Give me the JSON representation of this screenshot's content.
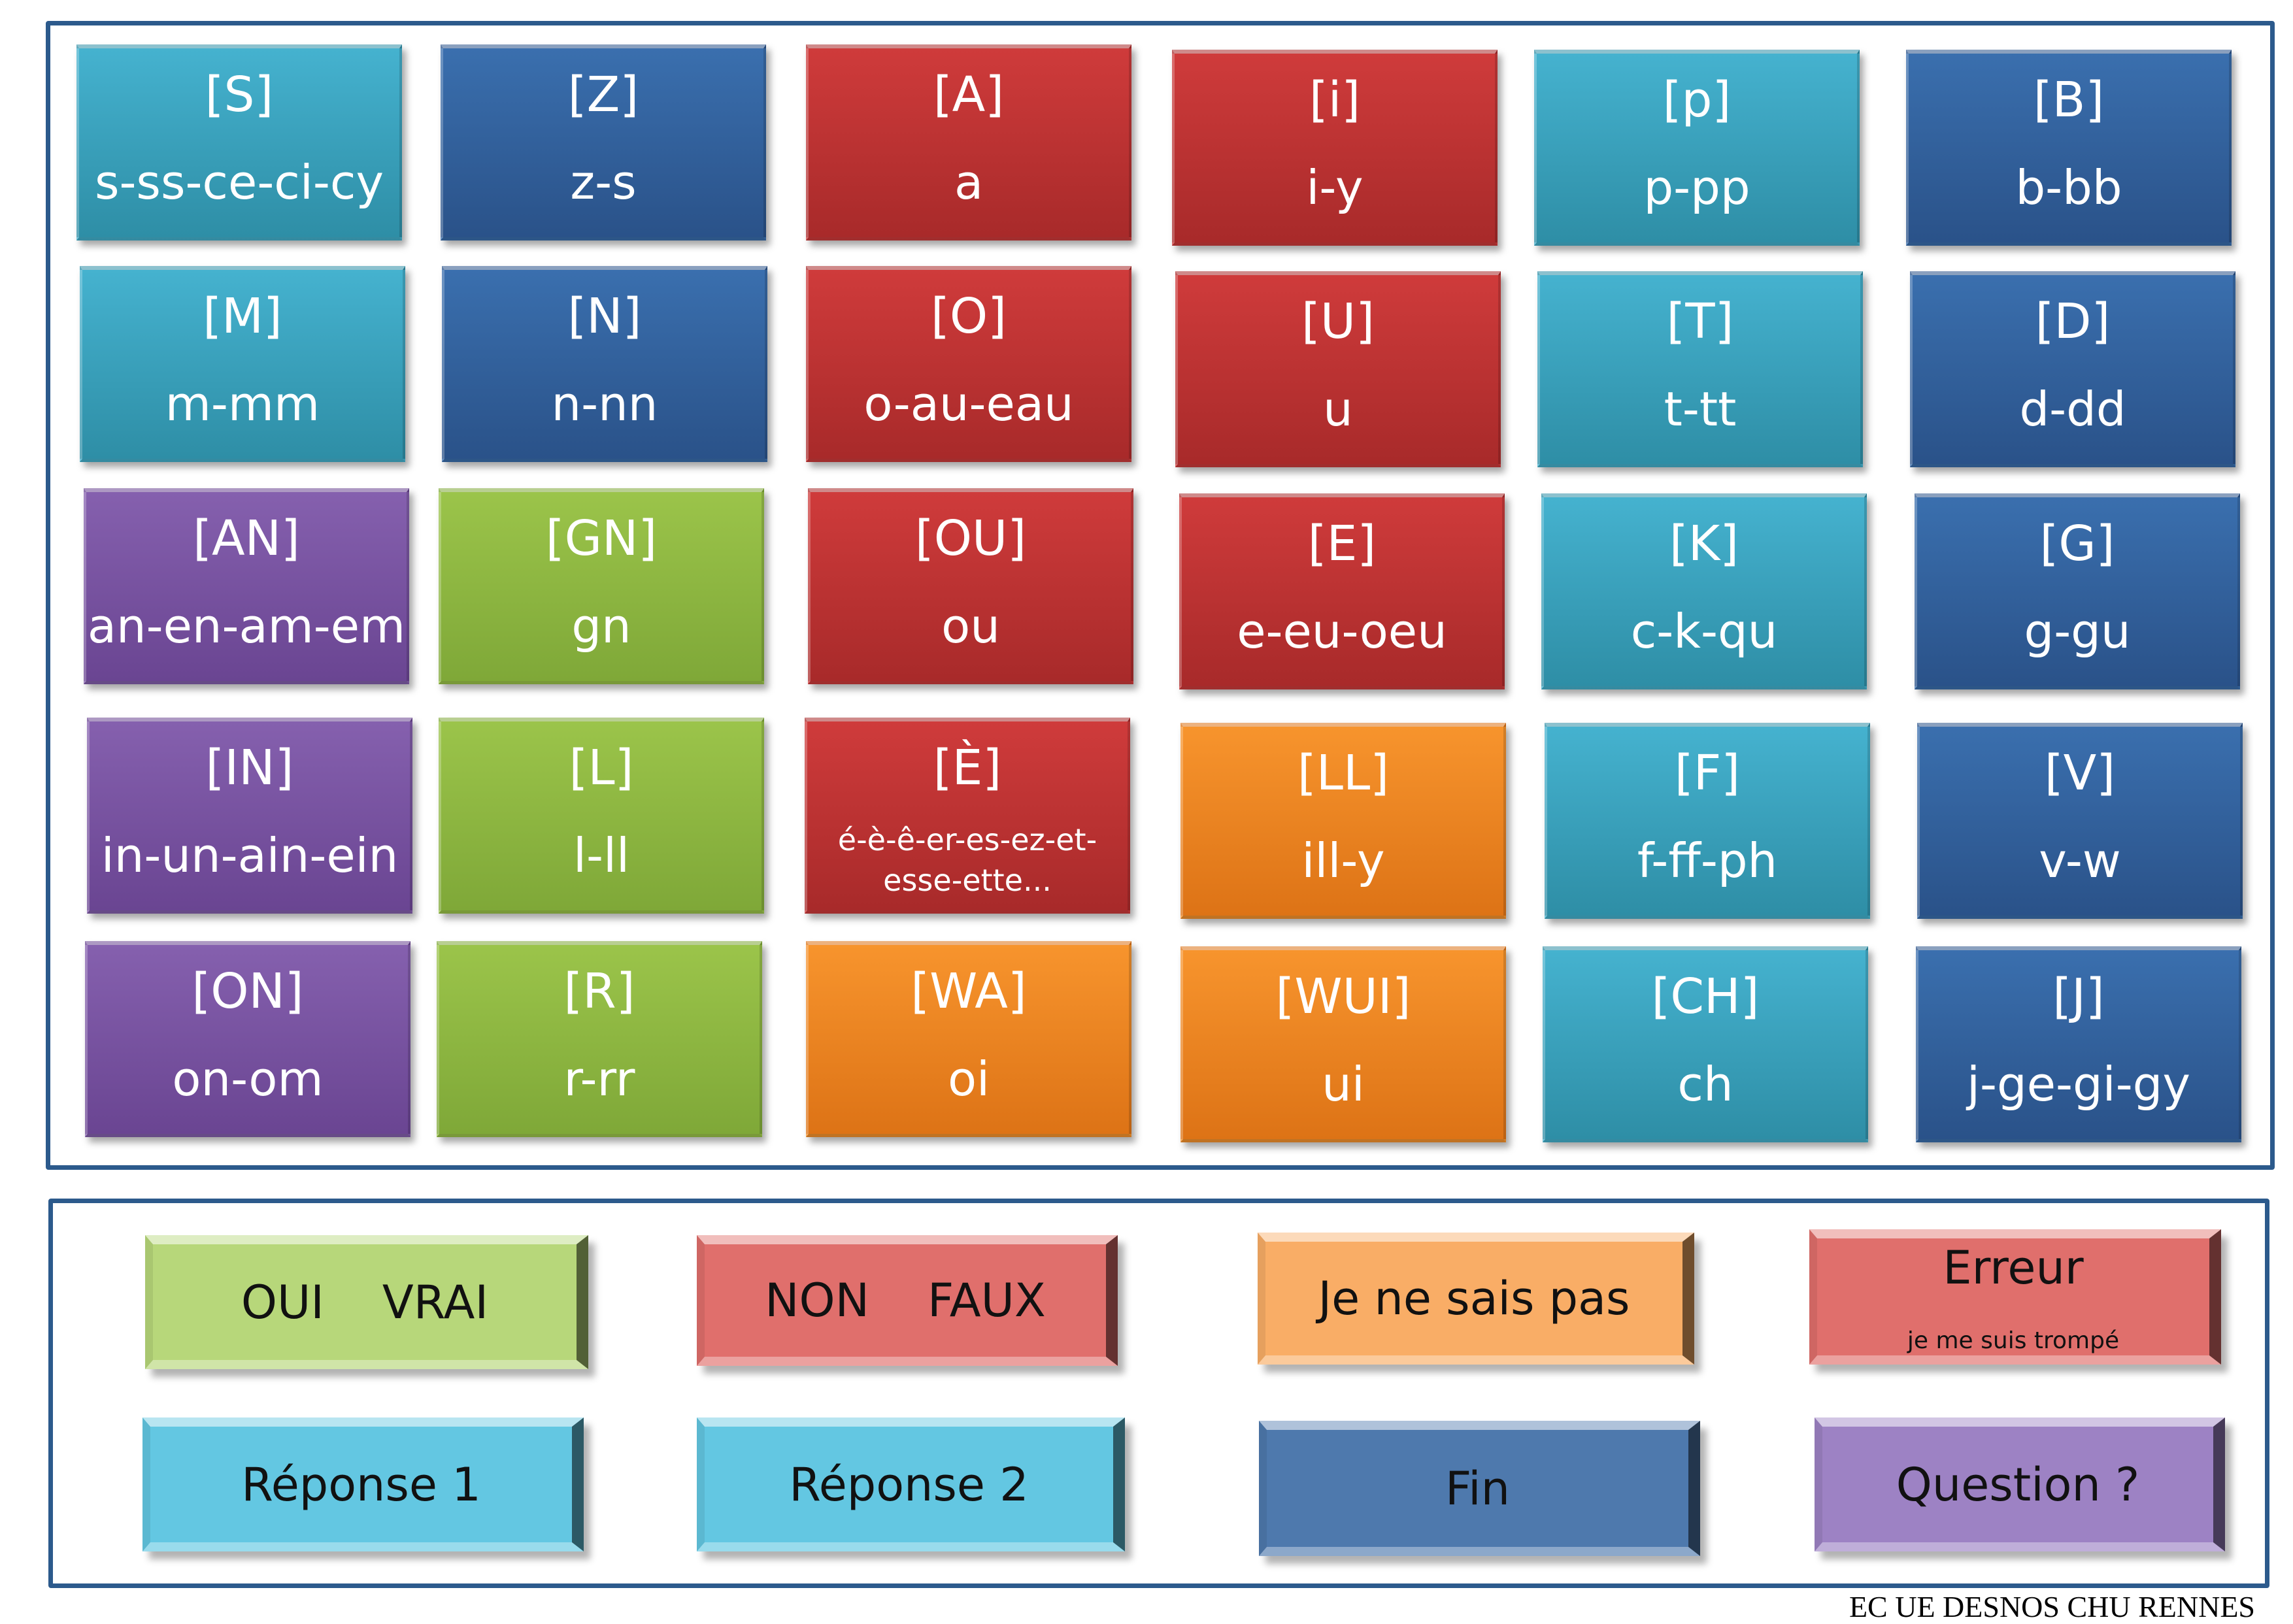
{
  "tiles": [
    {
      "phoneme": "[S]",
      "graphemes": "s-ss-ce-ci-cy",
      "color": "teal"
    },
    {
      "phoneme": "[Z]",
      "graphemes": "z-s",
      "color": "blue"
    },
    {
      "phoneme": "[A]",
      "graphemes": "a",
      "color": "red"
    },
    {
      "phoneme": "[i]",
      "graphemes": "i-y",
      "color": "red"
    },
    {
      "phoneme": "[p]",
      "graphemes": "p-pp",
      "color": "teal"
    },
    {
      "phoneme": "[B]",
      "graphemes": "b-bb",
      "color": "blue"
    },
    {
      "phoneme": "[M]",
      "graphemes": "m-mm",
      "color": "teal"
    },
    {
      "phoneme": "[N]",
      "graphemes": "n-nn",
      "color": "blue"
    },
    {
      "phoneme": "[O]",
      "graphemes": "o-au-eau",
      "color": "red"
    },
    {
      "phoneme": "[U]",
      "graphemes": "u",
      "color": "red"
    },
    {
      "phoneme": "[T]",
      "graphemes": "t-tt",
      "color": "teal"
    },
    {
      "phoneme": "[D]",
      "graphemes": "d-dd",
      "color": "blue"
    },
    {
      "phoneme": "[AN]",
      "graphemes": "an-en-am-em",
      "color": "purple"
    },
    {
      "phoneme": "[GN]",
      "graphemes": "gn",
      "color": "green"
    },
    {
      "phoneme": "[OU]",
      "graphemes": "ou",
      "color": "red"
    },
    {
      "phoneme": "[E]",
      "graphemes": "e-eu-oeu",
      "color": "red"
    },
    {
      "phoneme": "[K]",
      "graphemes": "c-k-qu",
      "color": "teal"
    },
    {
      "phoneme": "[G]",
      "graphemes": "g-gu",
      "color": "blue"
    },
    {
      "phoneme": "[IN]",
      "graphemes": "in-un-ain-ein",
      "color": "purple"
    },
    {
      "phoneme": "[L]",
      "graphemes": "l-ll",
      "color": "green"
    },
    {
      "phoneme": "[È]",
      "graphemes": "é-è-ê-er-es-ez-et-esse-ette...",
      "color": "red"
    },
    {
      "phoneme": "[LL]",
      "graphemes": "ill-y",
      "color": "orange"
    },
    {
      "phoneme": "[F]",
      "graphemes": "f-ff-ph",
      "color": "teal"
    },
    {
      "phoneme": "[V]",
      "graphemes": "v-w",
      "color": "blue"
    },
    {
      "phoneme": "[ON]",
      "graphemes": "on-om",
      "color": "purple"
    },
    {
      "phoneme": "[R]",
      "graphemes": "r-rr",
      "color": "green"
    },
    {
      "phoneme": "[WA]",
      "graphemes": "oi",
      "color": "orange"
    },
    {
      "phoneme": "[WUI]",
      "graphemes": "ui",
      "color": "orange"
    },
    {
      "phoneme": "[CH]",
      "graphemes": "ch",
      "color": "teal"
    },
    {
      "phoneme": "[J]",
      "graphemes": "j-ge-gi-gy",
      "color": "blue"
    }
  ],
  "buttons": {
    "yes_true": "OUI    VRAI",
    "no_false": "NON    FAUX",
    "dont_know": "Je ne sais pas",
    "error": "Erreur",
    "error_sub": "je me suis trompé",
    "answer1": "Réponse 1",
    "answer2": "Réponse 2",
    "end": "Fin",
    "question": "Question ?"
  },
  "colors": {
    "frame": "#2c5a8c",
    "teal": "#3aa0bb",
    "blue": "#2f5f9c",
    "red": "#bf3333",
    "purple": "#7a54a0",
    "green": "#8fb841",
    "orange": "#ef8422"
  },
  "footer": "EC UE DESNOS CHU RENNES"
}
